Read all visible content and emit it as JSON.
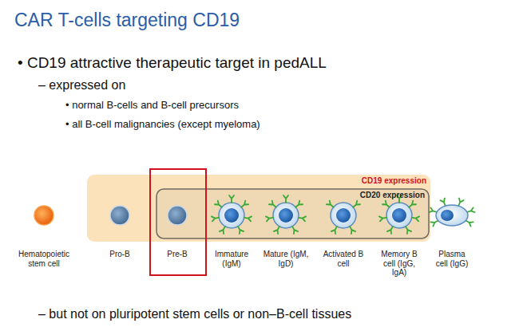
{
  "diagram": {
    "title": "CAR T-cells targeting CD19",
    "nodes": [
      {
        "text": [
          "CD19 expression"
        ]
      },
      {
        "text": [
          "CD20 expression"
        ],
        "in": 0
      }
    ],
    "labels": [
      "• CD19 attractive therapeutic target in pedALL",
      "– expressed on",
      "• normal B-cells and B-cell precursors",
      "• all B-cell malignancies (except myeloma)",
      "Hematopoietic stem cell",
      "Pro-B",
      "Pre-B",
      "Immature (IgM)",
      "Mature (IgM, IgD)",
      "Activated B cell",
      "Memory B cell (IgG, IgA)",
      "Plasma cell (IgG)",
      "– but not on pluripotent stem cells or non–B-cell tissues"
    ]
  }
}
